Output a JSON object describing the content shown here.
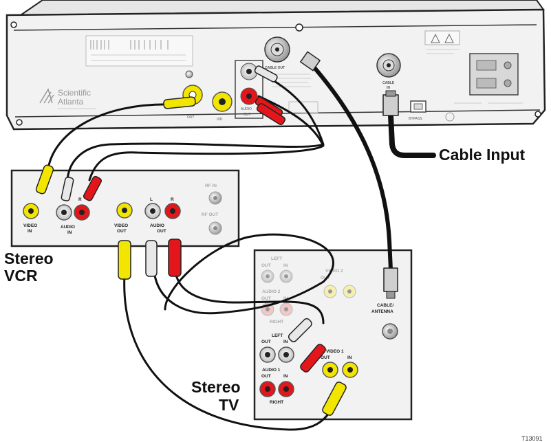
{
  "labels": {
    "cable_input": "Cable Input",
    "stereo_vcr_line1": "Stereo",
    "stereo_vcr_line2": "VCR",
    "stereo_tv_line1": "Stereo",
    "stereo_tv_line2": "TV",
    "figure_id": "T13091"
  },
  "settop": {
    "brand_line1": "Scientific",
    "brand_line2": "Atlanta",
    "cable_out": "CABLE OUT",
    "cable_in_line1": "CABLE",
    "cable_in_line2": "IN",
    "audio": "AUDIO",
    "out": "OUT",
    "vid": "VID",
    "bypass": "BYPASS"
  },
  "vcr": {
    "video_in_line1": "VIDEO",
    "video_in_line2": "IN",
    "audio_in_line1": "AUDIO",
    "audio_in_line2": "IN",
    "video_out_line1": "VIDEO",
    "video_out_line2": "OUT",
    "audio_out_line1": "AUDIO",
    "audio_out_line2": "OUT",
    "l": "L",
    "r": "R",
    "rf_in": "RF IN",
    "rf_out": "RF OUT"
  },
  "tv": {
    "left": "LEFT",
    "out": "OUT",
    "in": "IN",
    "audio2": "AUDIO 2",
    "right": "RIGHT",
    "video2": "VIDEO 2",
    "audio1": "AUDIO 1",
    "video1": "VIDEO 1",
    "cable_antenna_line1": "CABLE/",
    "cable_antenna_line2": "ANTENNA"
  },
  "colors": {
    "yellow": "#f2e600",
    "red": "#e3171b",
    "white_plug": "#e8e8e8",
    "cable": "#111111",
    "panel": "#f2f2f2"
  }
}
